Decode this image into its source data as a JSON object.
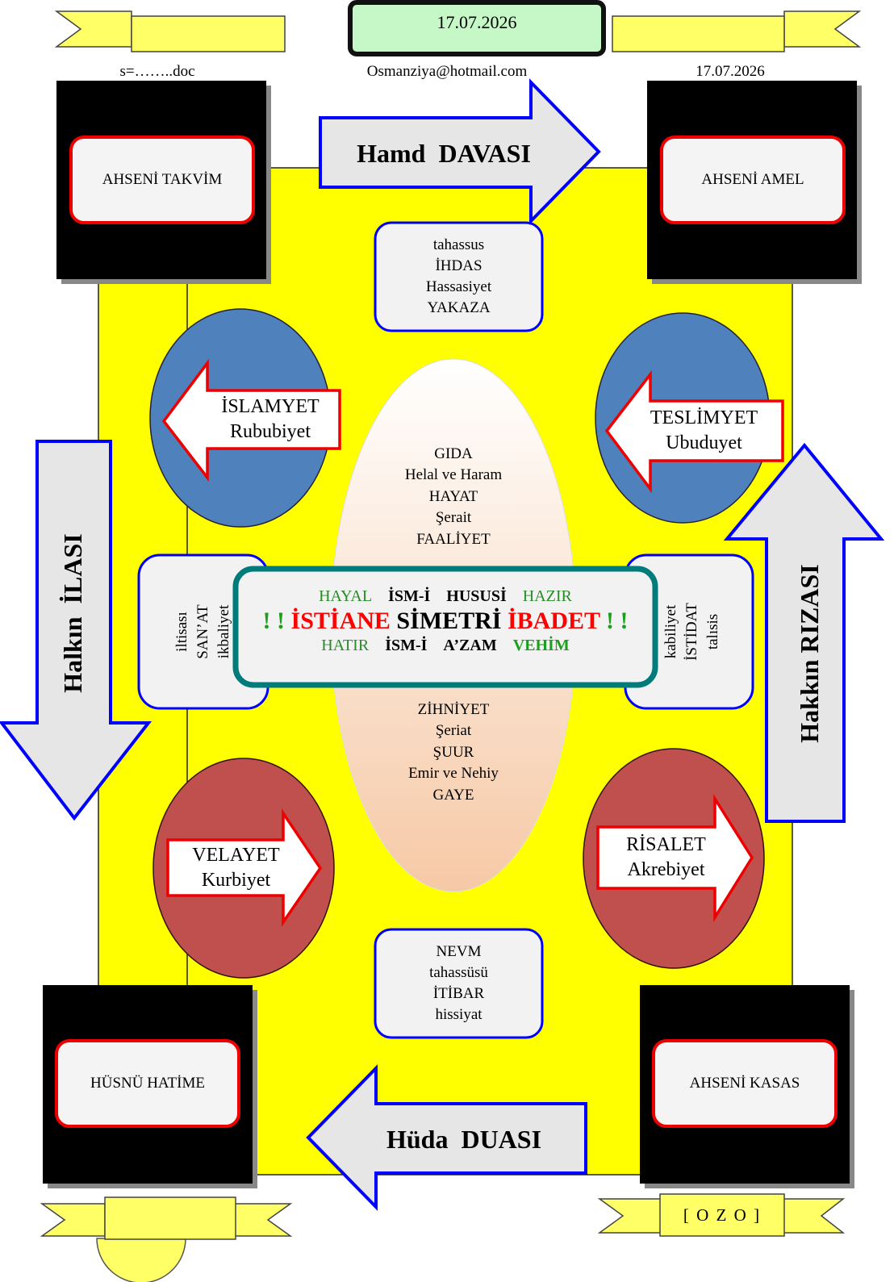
{
  "header": {
    "date_box": "17.07.2026",
    "file": "s=……..doc",
    "email": "Osmanziya@hotmail.com",
    "date_right": "17.07.2026"
  },
  "corners": {
    "top_left": "AHSENİ TAKVİM",
    "top_right": "AHSENİ AMEL",
    "bottom_left": "HÜSNÜ HATİME",
    "bottom_right": "AHSENİ KASAS"
  },
  "arrows": {
    "top": "Hamd  DAVASI",
    "bottom": "Hüda  DUASI",
    "left": "Halkın  İLASI",
    "right": "Hakkın RIZASI"
  },
  "top_box": [
    "tahassus",
    "İHDAS",
    "Hassasiyet",
    "YAKAZA"
  ],
  "bottom_box": [
    "NEVM",
    "tahassüsü",
    "İTİBAR",
    "hissiyat"
  ],
  "left_box": [
    "iltisası",
    "SAN’AT",
    "ikbaliyet"
  ],
  "right_box": [
    "kabiliyet",
    "İSTİDAT",
    "talısis"
  ],
  "ellipse_top": [
    "GIDA",
    "Helal ve Haram",
    "HAYAT",
    "Şerait",
    "FAALİYET"
  ],
  "ellipse_bottom": [
    "ZİHNİYET",
    "Şeriat",
    "ŞUUR",
    "Emir ve Nehiy",
    "GAYE"
  ],
  "circles": {
    "islamyet": [
      "İSLAMYET",
      "Rububiyet"
    ],
    "teslimyet": [
      "TESLİMYET",
      "Ubuduyet"
    ],
    "velayet": [
      "VELAYET",
      "Kurbiyet"
    ],
    "risalet": [
      "RİSALET",
      "Akrebiyet"
    ]
  },
  "center": {
    "row1": {
      "a": "HAYAL",
      "b": "İSM-İ",
      "c": "HUSUSİ",
      "d": "HAZIR"
    },
    "row2": {
      "marks_left": "! !",
      "a": "İSTİANE",
      "b": "SİMETRİ",
      "c": "İBADET",
      "marks_right": "! !"
    },
    "row3": {
      "a": "HATIR",
      "b": "İSM-İ",
      "c": "A’ZAM",
      "d": "VEHİM"
    }
  },
  "footer": {
    "right_banner": "[ O Z O ]"
  },
  "colors": {
    "panel": "#ffff00",
    "blue_circle": "#4f81bd",
    "red_circle": "#c0504d",
    "arrow_outline": "#0000ff",
    "arrow_fill": "#e6e6e6",
    "red_text": "#ff0000",
    "green_text": "#2a8a2a",
    "teal_border": "#007b7b"
  }
}
